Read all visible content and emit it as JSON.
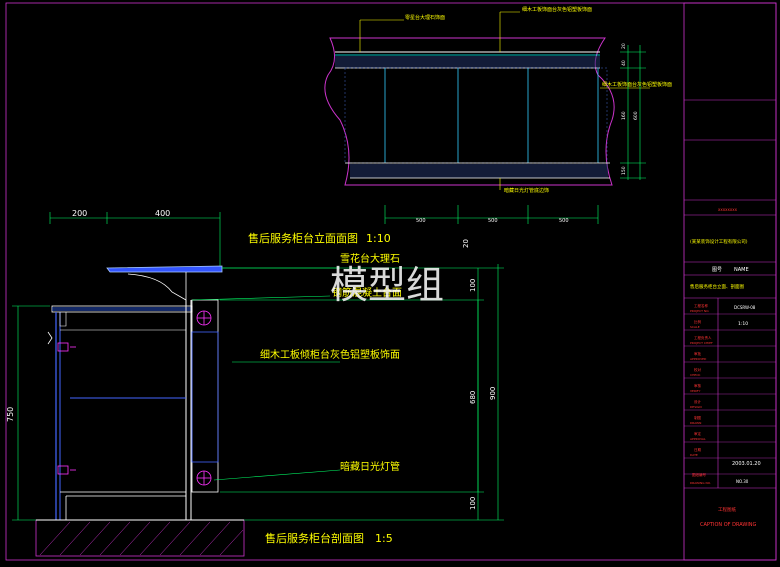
{
  "drawing": {
    "top_elevation": {
      "labels": {
        "top_left": "零星台大理石饰面",
        "top_right": "细木工板饰面台灰色铝塑板饰面",
        "right_mid": "细木工板饰面台灰色铝塑板饰面",
        "bottom": "暗藏日光灯管底边饰"
      },
      "dims_bottom": [
        "500",
        "500",
        "500"
      ],
      "dims_right": [
        "20",
        "40",
        "160",
        "150",
        "600"
      ]
    },
    "section": {
      "dims_top": [
        "200",
        "400"
      ],
      "dim_left": "750",
      "dims_right_inner": [
        "100",
        "680",
        "100"
      ],
      "dim_right_outer": "900",
      "dim_mid_top": "20",
      "labels": {
        "top": "雪花台大理石",
        "upper": "钢筋混凝土台面",
        "middle": "细木工板倾柜台灰色铝塑板饰面",
        "lower": "暗藏日光灯管"
      }
    },
    "titles": {
      "elevation": "售后服务柜台立面面图",
      "elevation_scale": "1:10",
      "section": "售后服务柜台剖面图",
      "section_scale": "1:5"
    },
    "watermark": "模型组"
  },
  "title_block": {
    "company": "xxxxxxxx",
    "project_line": "(某某装饰设计工程有限公司)",
    "drawing_no_label": "图号",
    "drawing_no_value": "NAME",
    "drawing_name": "售后服务柜台立面、剖面图",
    "rows": [
      {
        "label": "工程名称",
        "sub": "PROJECT NO.",
        "value": "DCSRW-08"
      },
      {
        "label": "比例",
        "sub": "SCALE",
        "value": "1:10"
      },
      {
        "label": "工程负责人",
        "sub": "PROJECT CHIEF",
        "value": ""
      },
      {
        "label": "审批",
        "sub": "APPROVED",
        "value": ""
      },
      {
        "label": "校对",
        "sub": "CHECK",
        "value": ""
      },
      {
        "label": "审核",
        "sub": "VERIFY",
        "value": ""
      },
      {
        "label": "设计",
        "sub": "DESIGN",
        "value": ""
      },
      {
        "label": "制图",
        "sub": "DRAWN",
        "value": ""
      },
      {
        "label": "审定",
        "sub": "APPROVAL",
        "value": ""
      },
      {
        "label": "日期",
        "sub": "DATE",
        "value": "2003.01.20"
      },
      {
        "label": "图纸编号",
        "sub": "DRAWING NO.",
        "value": "NO.30"
      }
    ],
    "caption_cn": "工程图纸",
    "caption_en": "CAPTION OF DRAWING"
  }
}
